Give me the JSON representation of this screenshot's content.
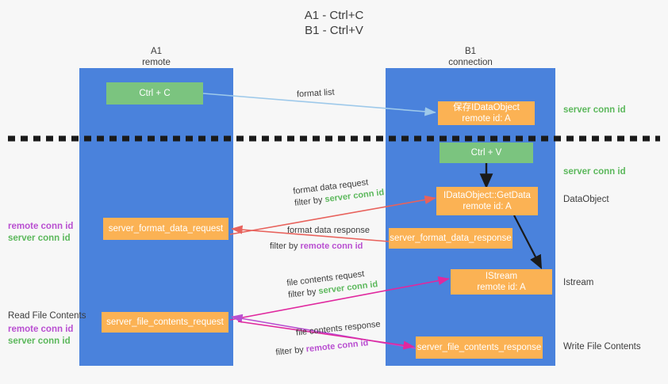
{
  "title": {
    "line1": "A1 - Ctrl+C",
    "line2": "B1 - Ctrl+V"
  },
  "columns": [
    {
      "name": "A1",
      "sub": "remote"
    },
    {
      "name": "B1",
      "sub": "connection"
    }
  ],
  "nodes": {
    "ctrl_c": "Ctrl + C",
    "save_idataobject_l1": "保存IDataObject",
    "save_idataobject_l2": "remote id: A",
    "ctrl_v": "Ctrl + V",
    "getdata_l1": "IDataObject::GetData",
    "getdata_l2": "remote id: A",
    "server_format_data_request": "server_format_data_request",
    "server_format_data_response": "server_format_data_response",
    "istream_l1": "IStream",
    "istream_l2": "remote id: A",
    "server_file_contents_request": "server_file_contents_request",
    "server_file_contents_response": "server_file_contents_response"
  },
  "edges": {
    "format_list": "format list",
    "format_data_request": "format data request",
    "format_data_request_filter_prefix": "filter by ",
    "format_data_request_filter_value": "server conn id",
    "format_data_response": "format data response",
    "format_data_response_filter_prefix": "filter by ",
    "format_data_response_filter_value": "remote conn id",
    "file_contents_request": "file contents request",
    "file_contents_request_filter_prefix": "filter by ",
    "file_contents_request_filter_value": "server conn id",
    "file_contents_response": "file contents response",
    "file_contents_response_filter_prefix": "filter by ",
    "file_contents_response_filter_value": "remote conn id"
  },
  "annotations": {
    "right_server_conn_id_top": "server conn id",
    "right_server_conn_id_mid": "server conn id",
    "right_dataobject": "DataObject",
    "right_istream": "Istream",
    "right_write_file_contents": "Write File Contents",
    "left_remote_conn_id_1": "remote conn id",
    "left_server_conn_id_1": "server conn id",
    "left_read_file_contents": "Read File Contents",
    "left_remote_conn_id_2": "remote conn id",
    "left_server_conn_id_2": "server conn id"
  },
  "colors": {
    "lane": "#4a82dc",
    "node_orange": "#fbb254",
    "node_green": "#7bc47f",
    "arrow_light_blue": "#9ec9ea",
    "arrow_red": "#e8625c",
    "arrow_magenta": "#e0289e",
    "arrow_purple": "#b94fd1",
    "arrow_black": "#1a1a1a",
    "background": "#f7f7f7",
    "text_green": "#5cb85c",
    "text_purple": "#b94fd1"
  }
}
